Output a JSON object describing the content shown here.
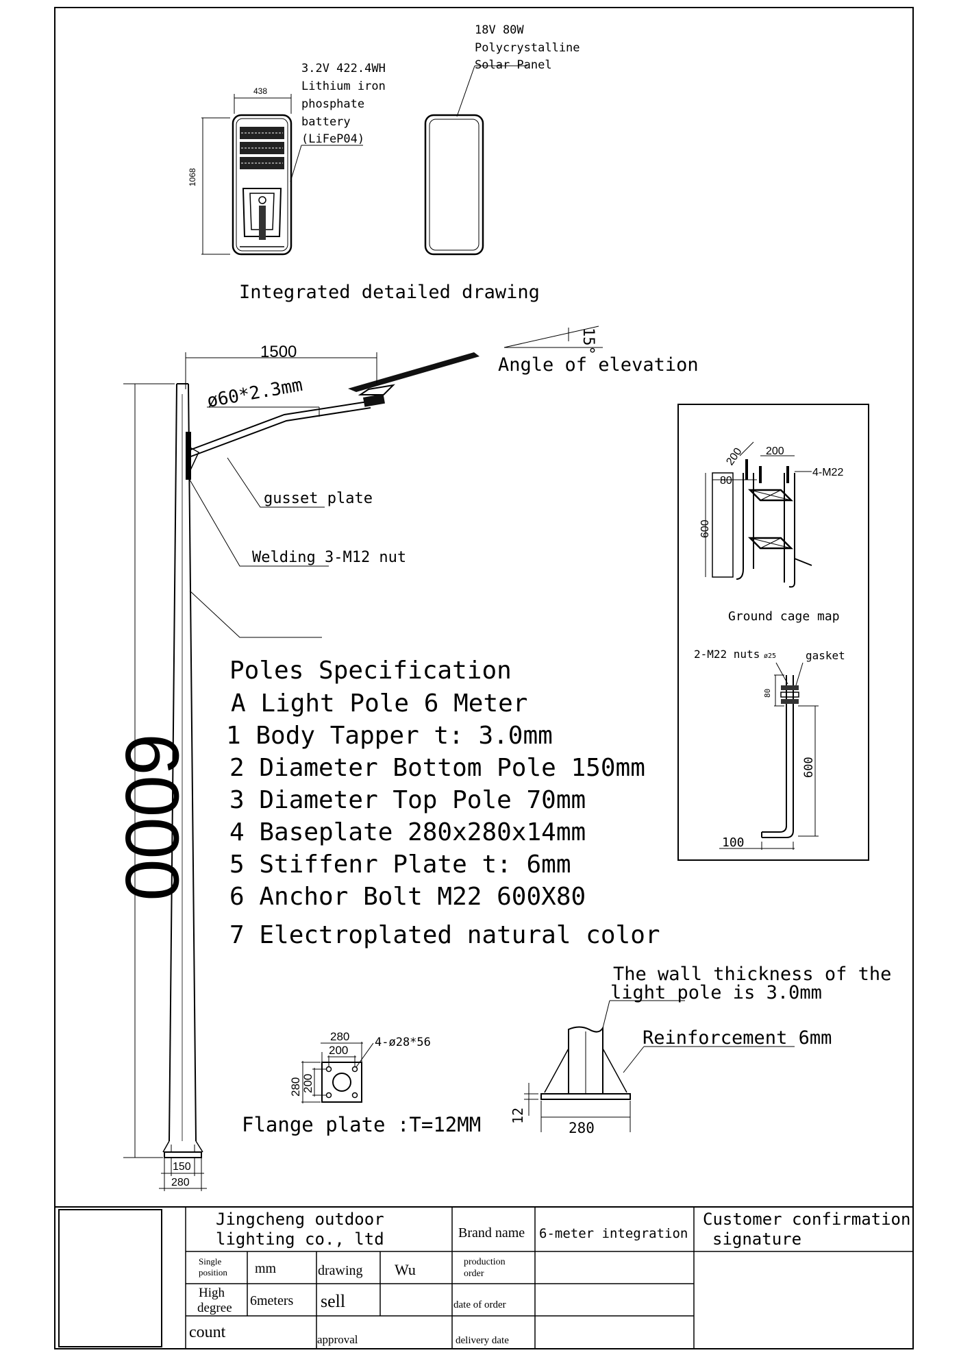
{
  "module": {
    "width_dim": "438",
    "height_dim": "1068",
    "battery_note": [
      "3.2V 422.4WH",
      "Lithium iron",
      "phosphate",
      "battery",
      "(LiFeP04)"
    ],
    "panel_note": [
      "18V 80W",
      "Polycrystalline",
      "Solar Panel"
    ],
    "caption": "Integrated detailed drawing"
  },
  "arm": {
    "length_dim": "1500",
    "pipe_label": "ø60*2.3mm",
    "angle_value": "15°",
    "angle_label": "Angle of elevation",
    "gusset_label": "gusset plate",
    "nut_label": "Welding 3-M12 nut"
  },
  "pole": {
    "height_dim": "6000",
    "base_dim_inner": "150",
    "base_dim_outer": "280"
  },
  "spec": {
    "title": "Poles Specification",
    "subtitle": "A Light Pole 6 Meter",
    "items": [
      "1 Body Tapper t: 3.0mm",
      "2 Diameter Bottom Pole 150mm",
      "3 Diameter Top Pole 70mm",
      "4 Baseplate 280x280x14mm",
      "5 Stiffenr Plate t: 6mm",
      "6 Anchor Bolt M22 600X80",
      "7 Electroplated natural color"
    ]
  },
  "cage": {
    "dim_top1": "200",
    "dim_top2": "200",
    "dim_side": "80",
    "dim_height": "600",
    "bolts": "4-M22",
    "caption": "Ground cage map",
    "nuts_label": "2-M22 nuts",
    "nut_dia": "ø25",
    "gasket_label": "gasket",
    "bolt_dim_80": "80",
    "bolt_dim_600": "600",
    "bolt_dim_100": "100"
  },
  "flange": {
    "dim_outer": "280",
    "dim_inner": "200",
    "holes": "4-ø28*56",
    "caption": "Flange plate :T=12MM"
  },
  "base_detail": {
    "wall_note": [
      "The wall thickness of the",
      "light pole is 3.0mm"
    ],
    "reinf_label": "Reinforcement 6mm",
    "dim_thickness": "12",
    "dim_width": "280"
  },
  "title_block": {
    "company": [
      "Jingcheng outdoor",
      "lighting co., ltd"
    ],
    "brand_label": "Brand name",
    "brand_value": "6-meter integration",
    "customer": [
      "Customer confirmation",
      "signature"
    ],
    "single_position": [
      "Single",
      "position"
    ],
    "unit": "mm",
    "drawing_label": "drawing",
    "drawer": "Wu",
    "production_order": [
      "production",
      "order"
    ],
    "high_degree": [
      "High",
      "degree"
    ],
    "height_value": "6meters",
    "sell_label": "sell",
    "date_of_order": "date of order",
    "count_label": "count",
    "approval_label": "approval",
    "delivery_date": "delivery date"
  }
}
